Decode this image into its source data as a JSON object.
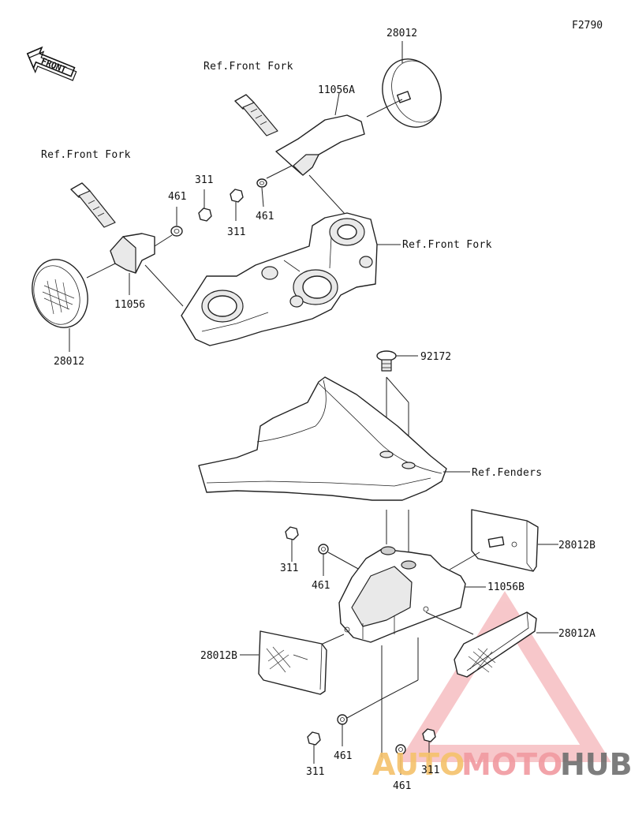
{
  "figure_code": "F2790",
  "front_arrow": "FRONT",
  "ref_labels": {
    "front_fork_top": "Ref.Front Fork",
    "front_fork_left": "Ref.Front Fork",
    "front_fork_right": "Ref.Front Fork",
    "fenders": "Ref.Fenders"
  },
  "part_numbers": {
    "reflector_top_right": "28012",
    "bracket_top": "11056A",
    "nut_311_a": "311",
    "washer_461_a": "461",
    "nut_311_b": "311",
    "washer_461_b": "461",
    "bracket_left": "11056",
    "reflector_left": "28012",
    "screw": "92172",
    "reflector_b_right": "28012B",
    "nut_311_c": "311",
    "washer_461_c": "461",
    "bracket_b": "11056B",
    "reflector_a": "28012A",
    "reflector_b_left": "28012B",
    "washer_461_d": "461",
    "nut_311_d": "311",
    "washer_461_e": "461",
    "nut_311_e": "311"
  },
  "watermark": {
    "part1": "AUTO",
    "part2": "MOTO",
    "part3": "HUB",
    "colors": {
      "auto": "#f5c26b",
      "moto": "#f19aa0",
      "hub": "#6f6f6f",
      "triangle": "#f4a9ad"
    }
  }
}
